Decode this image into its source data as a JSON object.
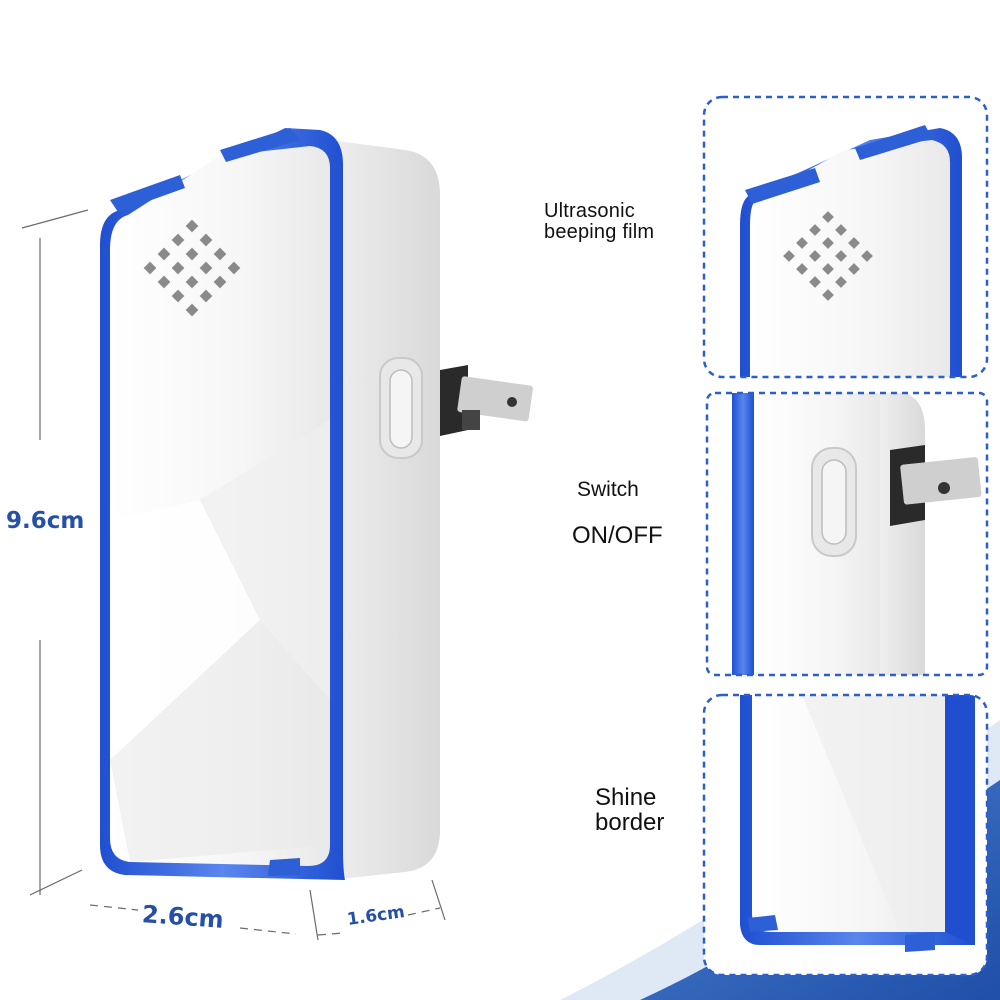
{
  "dimensions": {
    "height": "9.6cm",
    "width": "2.6cm",
    "depth": "1.6cm"
  },
  "callouts": {
    "film": {
      "line1": "Ultrasonic",
      "line2": "beeping film"
    },
    "switch": {
      "line1": "Switch",
      "line2": "ON/OFF"
    },
    "border": {
      "line1": "Shine",
      "line2": "border"
    }
  },
  "colors": {
    "accent_blue": "#2d5fd6",
    "dimension_text": "#2550a8",
    "dashed_frame": "#2a5fcc",
    "device_body": "#f7f7f7",
    "swoosh": "#2a5fb8"
  }
}
